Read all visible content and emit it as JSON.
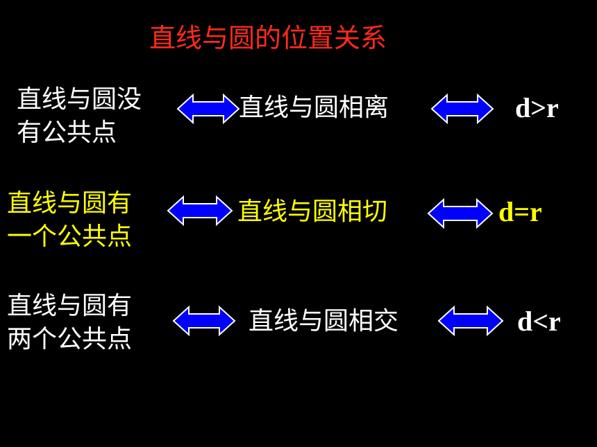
{
  "title": "直线与圆的位置关系",
  "colors": {
    "background": "#000000",
    "title": "#ff2a1a",
    "white_text": "#ffffff",
    "yellow_text": "#ffff00",
    "arrow_fill": "#0000ff",
    "arrow_stroke": "#ffffff"
  },
  "rows": [
    {
      "condition_lines": [
        "直线与圆没",
        "有公共点"
      ],
      "position": "直线与圆相离",
      "relation": "d>r",
      "color": "#ffffff"
    },
    {
      "condition_lines": [
        "直线与圆有",
        "一个公共点"
      ],
      "position": "直线与圆相切",
      "relation": "d=r",
      "color": "#ffff00"
    },
    {
      "condition_lines": [
        "直线与圆有",
        "两个公共点"
      ],
      "position": "直线与圆相交",
      "relation": "d<r",
      "color": "#ffffff"
    }
  ]
}
